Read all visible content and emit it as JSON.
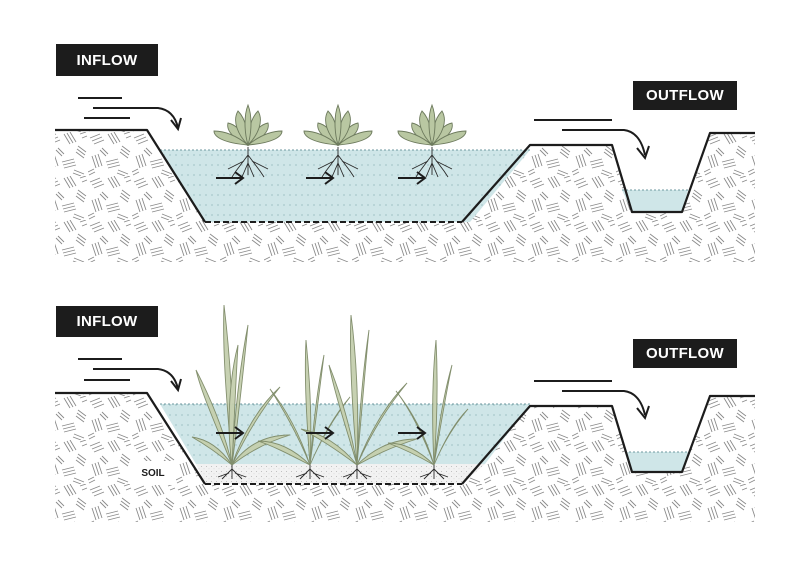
{
  "panels": [
    {
      "inflow_label": "INFLOW",
      "outflow_label": "OUTFLOW",
      "plant_type": "floating-plant",
      "has_soil_layer": false
    },
    {
      "inflow_label": "INFLOW",
      "outflow_label": "OUTFLOW",
      "plant_type": "emergent-grass",
      "has_soil_layer": true,
      "soil_label": "SOIL"
    }
  ],
  "colors": {
    "water": "#cfe6e8",
    "plant_fill": "#b9c7a2",
    "plant_stroke": "#6d7a5d",
    "label_background": "#1c1c1c",
    "ground_hatch": "#8a8a8a",
    "outline": "#1c1c1c"
  }
}
